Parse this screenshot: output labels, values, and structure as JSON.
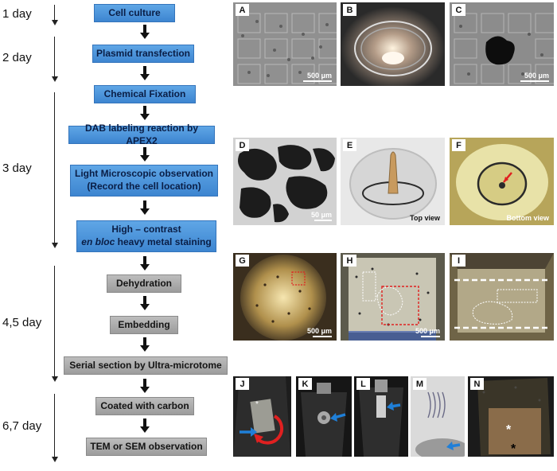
{
  "days": [
    "1 day",
    "2 day",
    "3 day",
    "4,5 day",
    "6,7 day"
  ],
  "steps": {
    "cell_culture": "Cell culture",
    "plasmid": "Plasmid transfection",
    "fixation": "Chemical Fixation",
    "dab": "DAB labeling reaction by APEX2",
    "light_line1": "Light Microscopic observation",
    "light_line2": "(Record the cell location)",
    "staining_line1": "High – contrast",
    "staining_italic": "en bloc",
    "staining_rest": " heavy metal staining",
    "dehydration": "Dehydration",
    "embedding": "Embedding",
    "serial": "Serial section by Ultra-microtome",
    "carbon": "Coated with carbon",
    "tem": "TEM or SEM observation"
  },
  "panels": {
    "A": "A",
    "B": "B",
    "C": "C",
    "D": "D",
    "E": "E",
    "F": "F",
    "G": "G",
    "H": "H",
    "I": "I",
    "J": "J",
    "K": "K",
    "L": "L",
    "M": "M",
    "N": "N"
  },
  "annotations": {
    "scale_500um": "500 μm",
    "scale_50um": "50 μm",
    "top_view": "Top view",
    "bottom_view": "Bottom view",
    "asterisk": "*"
  },
  "colors": {
    "blue_step": "#3d85d0",
    "gray_step": "#9c9c9c",
    "highlight_red": "#e02020",
    "indicator_blue": "#1f7fd8"
  }
}
